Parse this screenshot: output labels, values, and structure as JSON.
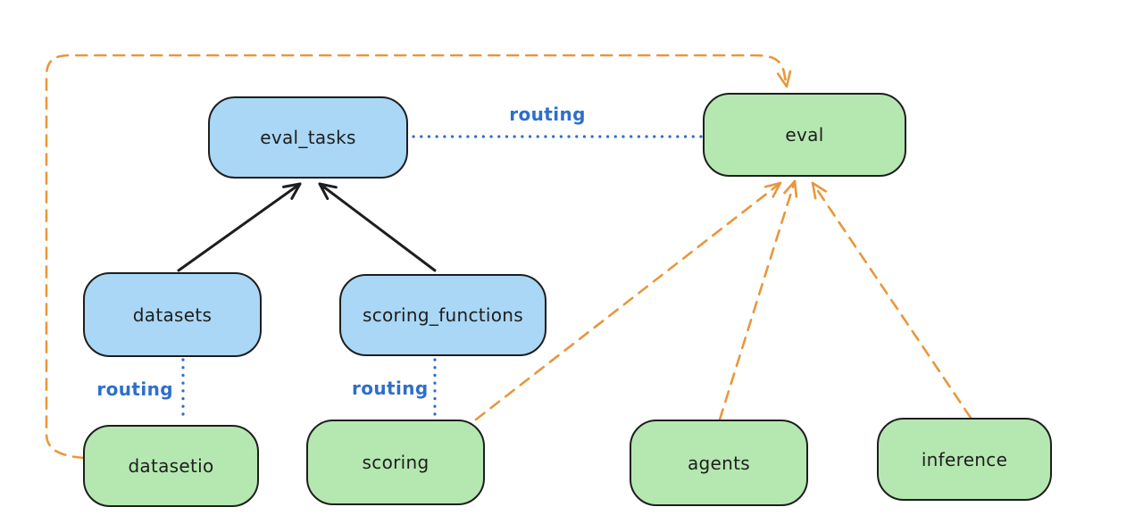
{
  "diagram": {
    "nodes": {
      "eval_tasks": {
        "label": "eval_tasks",
        "kind": "resource",
        "fill": "#a9d7f5"
      },
      "eval": {
        "label": "eval",
        "kind": "api",
        "fill": "#b5e8b1"
      },
      "datasets": {
        "label": "datasets",
        "kind": "resource",
        "fill": "#a9d7f5"
      },
      "scoring_functions": {
        "label": "scoring_functions",
        "kind": "resource",
        "fill": "#a9d7f5"
      },
      "datasetio": {
        "label": "datasetio",
        "kind": "api",
        "fill": "#b5e8b1"
      },
      "scoring": {
        "label": "scoring",
        "kind": "api",
        "fill": "#b5e8b1"
      },
      "agents": {
        "label": "agents",
        "kind": "api",
        "fill": "#b5e8b1"
      },
      "inference": {
        "label": "inference",
        "kind": "api",
        "fill": "#b5e8b1"
      }
    },
    "edges": [
      {
        "from": "datasets",
        "to": "eval_tasks",
        "style": "solid",
        "color": "#1e1e1e",
        "arrow": true,
        "label": ""
      },
      {
        "from": "scoring_functions",
        "to": "eval_tasks",
        "style": "solid",
        "color": "#1e1e1e",
        "arrow": true,
        "label": ""
      },
      {
        "from": "eval_tasks",
        "to": "eval",
        "style": "dotted",
        "color": "#2e6fc9",
        "arrow": false,
        "label": "routing"
      },
      {
        "from": "datasets",
        "to": "datasetio",
        "style": "dotted",
        "color": "#2e6fc9",
        "arrow": false,
        "label": "routing"
      },
      {
        "from": "scoring_functions",
        "to": "scoring",
        "style": "dotted",
        "color": "#2e6fc9",
        "arrow": false,
        "label": "routing"
      },
      {
        "from": "datasetio",
        "to": "eval",
        "style": "dashed",
        "color": "#e8973c",
        "arrow": true,
        "label": ""
      },
      {
        "from": "scoring",
        "to": "eval",
        "style": "dashed",
        "color": "#e8973c",
        "arrow": true,
        "label": ""
      },
      {
        "from": "agents",
        "to": "eval",
        "style": "dashed",
        "color": "#e8973c",
        "arrow": true,
        "label": ""
      },
      {
        "from": "inference",
        "to": "eval",
        "style": "dashed",
        "color": "#e8973c",
        "arrow": true,
        "label": ""
      }
    ],
    "edge_labels": {
      "eval_routing": "routing",
      "datasetio_routing": "routing",
      "scoring_routing": "routing"
    },
    "colors": {
      "background": "#ffffff",
      "resource_fill": "#a9d7f5",
      "api_fill": "#b5e8b1",
      "stroke": "#1e1e1e",
      "routing_line": "#2e6fc9",
      "dependency_line": "#e8973c"
    }
  }
}
